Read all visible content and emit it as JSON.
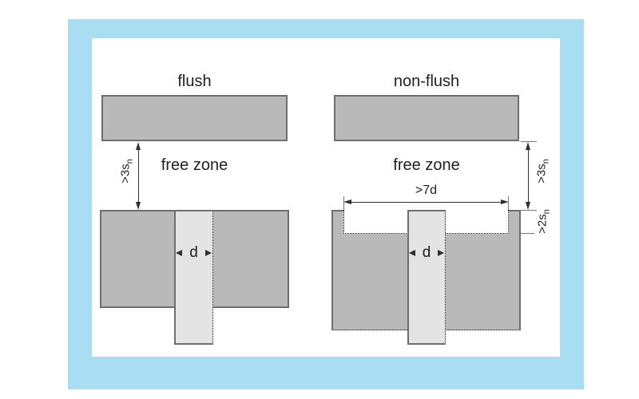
{
  "colors": {
    "frame": "#a9ddf2",
    "block": "#b9b9b9",
    "sensor": "#e4e4e4",
    "edge": "#6e6e6e",
    "line": "#2f2f2f",
    "text": "#1f1f1f"
  },
  "left": {
    "title": "flush",
    "free_zone": "free zone",
    "clearance": {
      "main": ">3s",
      "sub": "n"
    },
    "diameter": "d"
  },
  "right": {
    "title": "non-flush",
    "free_zone": "free zone",
    "recess_width": ">7d",
    "clearance": {
      "main": ">3s",
      "sub": "n"
    },
    "recess_depth": {
      "main": ">2s",
      "sub": "n"
    },
    "diameter": "d"
  }
}
